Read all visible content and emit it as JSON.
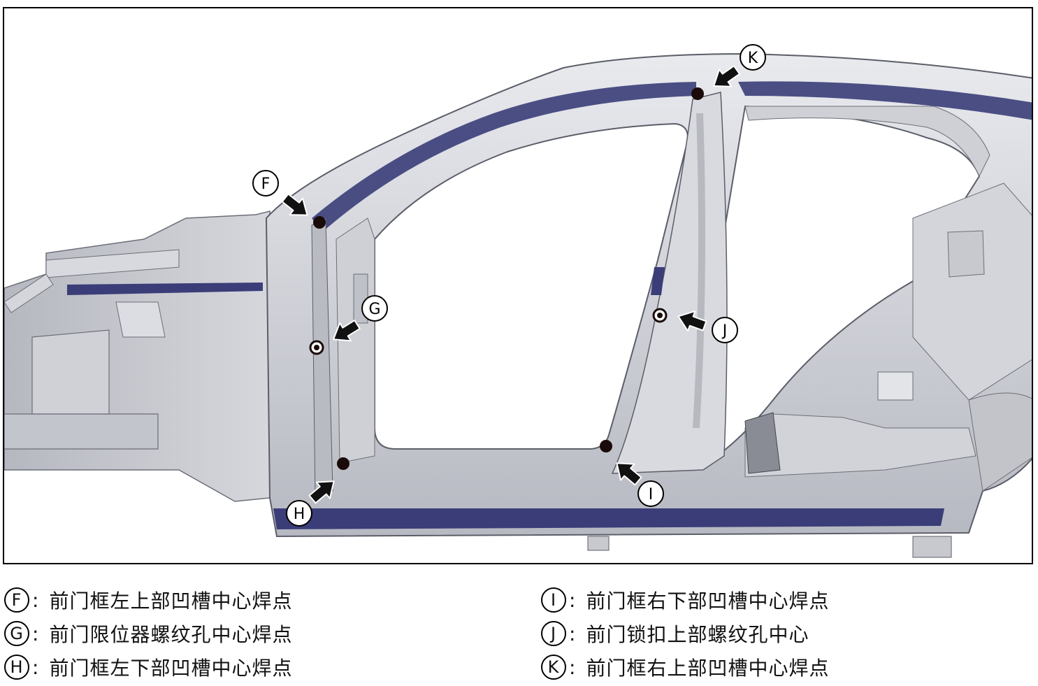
{
  "colors": {
    "body_silver": "#c9cbd2",
    "edge_navy": "#2b2e6b",
    "marker": "#1a0a0a"
  },
  "callouts": [
    {
      "letter": "F",
      "icon": "arrow-icon"
    },
    {
      "letter": "G",
      "icon": "arrow-icon"
    },
    {
      "letter": "H",
      "icon": "arrow-icon"
    },
    {
      "letter": "I",
      "icon": "arrow-icon"
    },
    {
      "letter": "J",
      "icon": "arrow-icon"
    },
    {
      "letter": "K",
      "icon": "arrow-icon"
    }
  ],
  "legend": [
    {
      "letter": "F",
      "sep": ":",
      "text": "前门框左上部凹槽中心焊点"
    },
    {
      "letter": "G",
      "sep": ":",
      "text": "前门限位器螺纹孔中心焊点"
    },
    {
      "letter": "H",
      "sep": ":",
      "text": "前门框左下部凹槽中心焊点"
    },
    {
      "letter": "I",
      "sep": ":",
      "text": "前门框右下部凹槽中心焊点"
    },
    {
      "letter": "J",
      "sep": ":",
      "text": "前门锁扣上部螺纹孔中心"
    },
    {
      "letter": "K",
      "sep": ":",
      "text": "前门框右上部凹槽中心焊点"
    }
  ]
}
